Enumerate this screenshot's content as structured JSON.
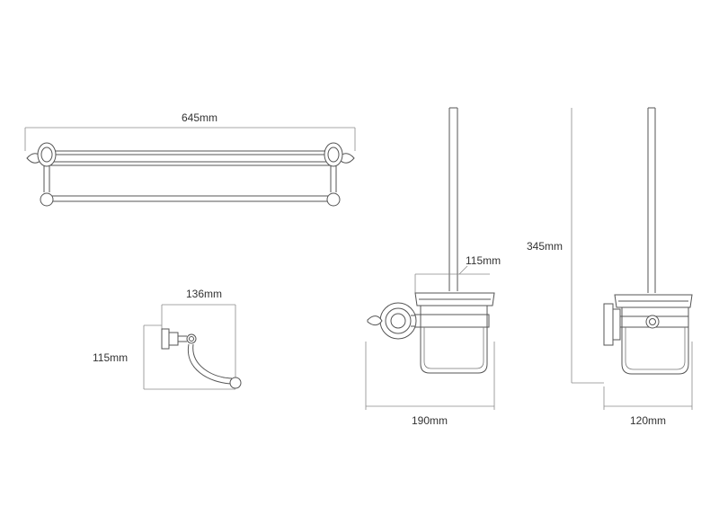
{
  "labels": {
    "towel_rack_width": "645mm",
    "hook_width": "136mm",
    "hook_height": "115mm",
    "brush_cup_width": "115mm",
    "brush_height": "345mm",
    "brush_depth": "190mm",
    "brush_side_width": "120mm"
  }
}
